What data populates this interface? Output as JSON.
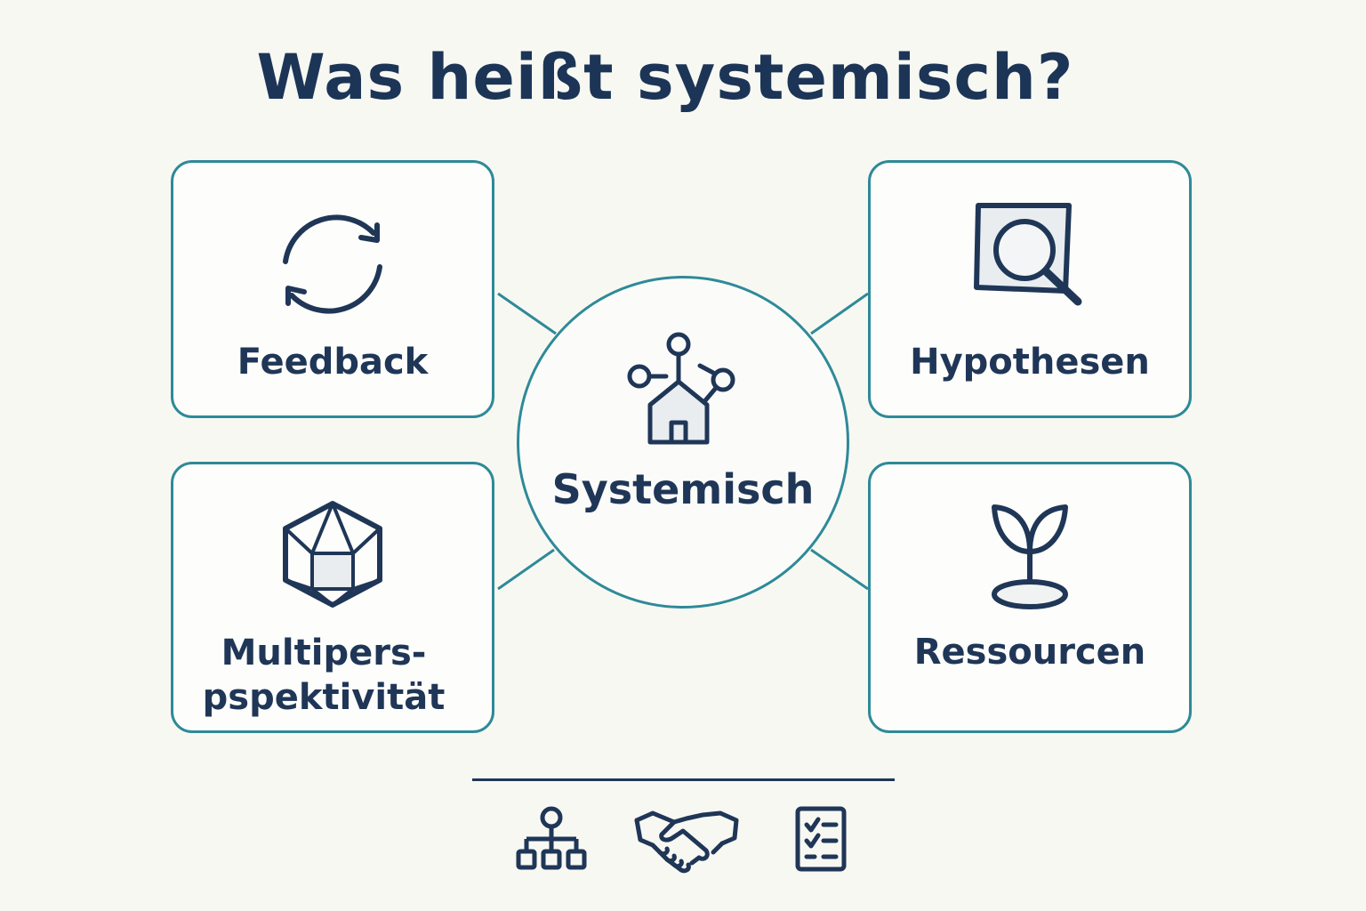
{
  "title": "Was heißt systemisch?",
  "center": {
    "label": "Systemisch",
    "icon": "network-house-icon"
  },
  "cards": [
    {
      "id": "feedback",
      "label": "Feedback",
      "icon": "refresh-cycle-icon"
    },
    {
      "id": "hypothesen",
      "label": "Hypothesen",
      "icon": "magnifier-icon"
    },
    {
      "id": "multi",
      "label_lines": [
        "Multipers-",
        "pspektivität"
      ],
      "icon": "polyhedron-icon"
    },
    {
      "id": "ressourcen",
      "label": "Ressourcen",
      "icon": "sprout-icon"
    }
  ],
  "footer_icons": [
    "org-chart-icon",
    "handshake-icon",
    "checklist-icon"
  ],
  "colors": {
    "background": "#f8f8f3",
    "accent": "#2e8a98",
    "text": "#1f3657"
  }
}
